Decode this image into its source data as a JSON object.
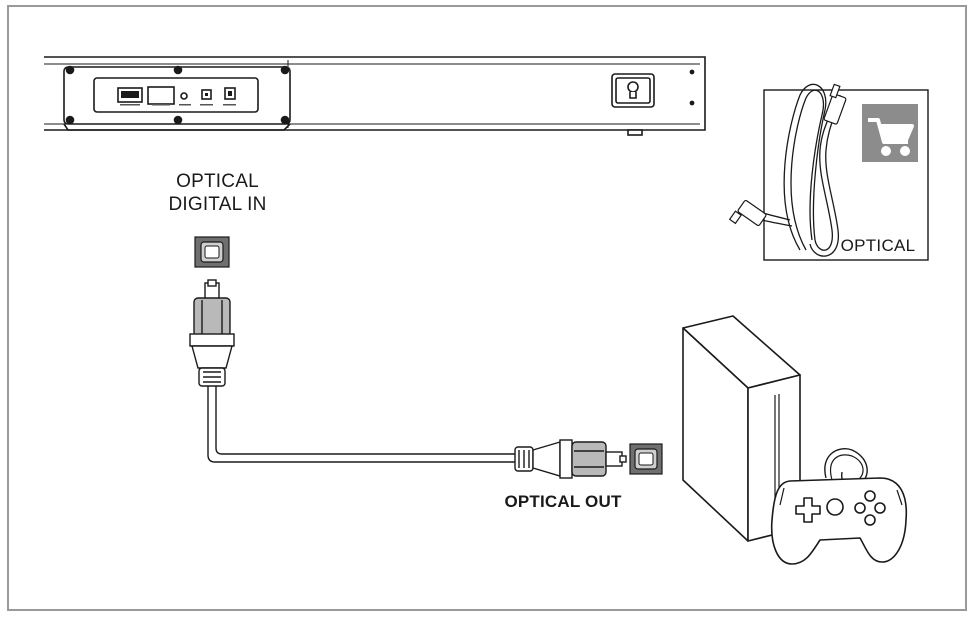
{
  "labels": {
    "optical_in_line1": "OPTICAL",
    "optical_in_line2": "DIGITAL IN",
    "optical_out": "OPTICAL OUT",
    "cable_accessory": "OPTICAL"
  },
  "icons": {
    "cart": "shopping-cart-icon"
  },
  "colors": {
    "frame": "#9a9a9a",
    "line": "#1a1a1a",
    "connector_fill": "#b9b9b9",
    "port_fill": "#6f6f6f",
    "cart_badge": "#8c8c8c"
  }
}
